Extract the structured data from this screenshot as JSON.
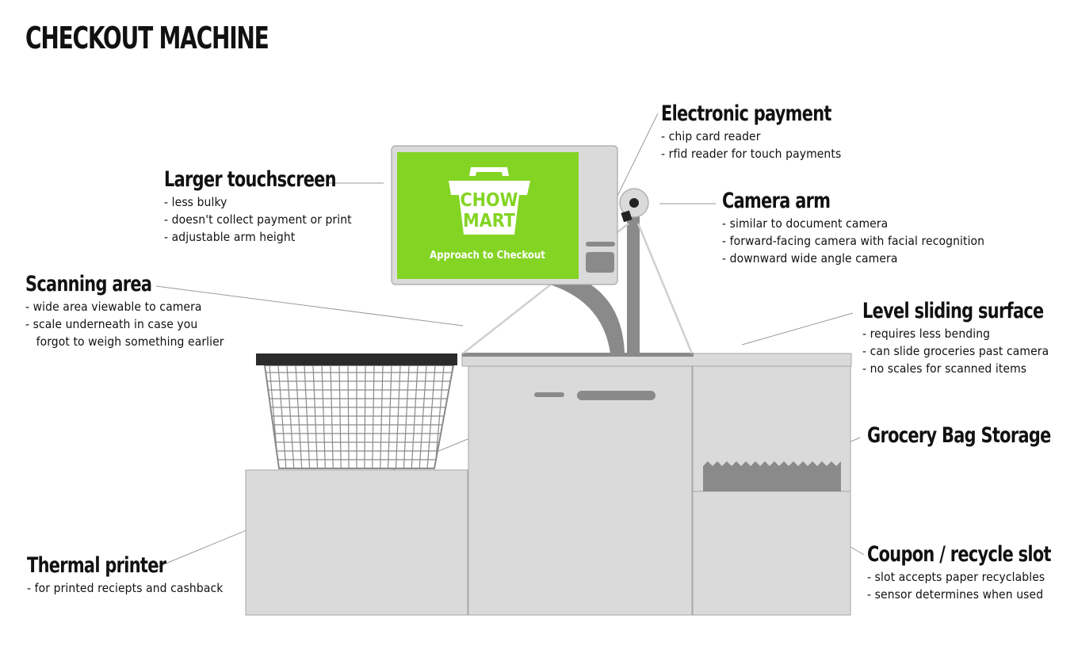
{
  "title": "CHECKOUT MACHINE",
  "screen": {
    "logo_line1": "CHOW",
    "logo_line2": "MART",
    "tagline": "Approach to Checkout",
    "color": "#84d424"
  },
  "callouts": {
    "touchscreen": {
      "title": "Larger touchscreen",
      "items": [
        "- less bulky",
        "- doesn't collect payment or print",
        "- adjustable arm height"
      ]
    },
    "payment": {
      "title": "Electronic payment",
      "items": [
        "- chip card reader",
        "- rfid reader for touch payments"
      ]
    },
    "camera": {
      "title": "Camera arm",
      "items": [
        "- similar to document camera",
        "- forward-facing camera with facial recognition",
        "- downward wide angle camera"
      ]
    },
    "scanning": {
      "title": "Scanning area",
      "items": [
        "- wide area viewable to camera",
        "- scale underneath in case you",
        "   forgot to weigh something earlier"
      ]
    },
    "sliding": {
      "title": "Level sliding surface",
      "items": [
        "- requires less bending",
        "- can slide groceries past camera",
        "- no scales for scanned items"
      ]
    },
    "bags": {
      "title": "Grocery Bag Storage",
      "items": []
    },
    "printer": {
      "title": "Thermal printer",
      "items": [
        "- for printed reciepts and cashback"
      ]
    },
    "coupon": {
      "title": "Coupon / recycle slot",
      "items": [
        "- slot accepts paper recyclables",
        "- sensor determines when used"
      ]
    }
  },
  "colors": {
    "body": "#dadada",
    "body_stroke": "#a7a7a7",
    "dark": "#8a8a8a",
    "basket_rim": "#2b2b2b",
    "leader": "#9a9a9a"
  }
}
